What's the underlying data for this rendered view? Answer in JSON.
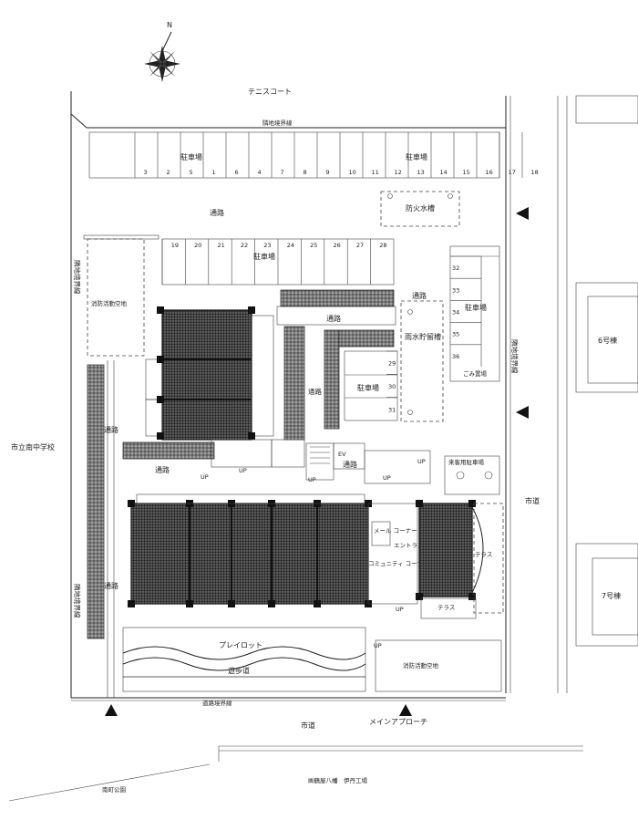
{
  "labels": {
    "north": "N",
    "tennis_court": "テニスコート",
    "boundary_top": "隣地境界線",
    "parking_top": "駐車場",
    "parking_top_right": "駐車場",
    "road_top": "通路",
    "fire_tank": "防火水槽",
    "parking_mid": "駐車場",
    "fire_space_left": "消防活動空地",
    "road_right_of_parking": "通路",
    "road_center": "通路",
    "parking_right": "駐車場",
    "garbage": "ごみ置場",
    "rain_tank": "雨水貯留槽",
    "parking_small": "駐車場",
    "road_small": "通路",
    "boundary_left": "隣地境界線",
    "boundary_right": "隣地境界線",
    "school": "市立南中学校",
    "road_left": "通路",
    "road_left_mid": "通路",
    "road_mid_small": "通路",
    "ev": "EV",
    "visitor_parking": "来客用駐車場",
    "city_road_right": "市道",
    "building_6": "6号棟",
    "building_7": "7号棟",
    "mail_corner": "メール\nコーナー",
    "entrance_hall": "エントランス\nホール",
    "community_corner": "コミュニティ\nコーナー",
    "terrace_right": "テラス",
    "terrace_bottom": "テラス",
    "road_left_low": "通路",
    "play_lot": "プレイロット",
    "walkway": "遊歩道",
    "fire_space_bottom": "消防活動空地",
    "road_boundary": "道路境界線",
    "city_road_bottom": "市道",
    "main_approach": "メインアプローチ",
    "park": "南町公園",
    "factory": "㈱鶴屋八幡　伊丹工場",
    "up": "UP"
  },
  "parking_top_numbers": [
    "3",
    "2",
    "5",
    "1",
    "6",
    "4",
    "7",
    "8",
    "9",
    "10",
    "11",
    "12",
    "13",
    "14",
    "15",
    "16",
    "17",
    "18"
  ],
  "parking_mid_numbers": [
    "19",
    "20",
    "21",
    "22",
    "23",
    "24",
    "25",
    "26",
    "27",
    "28"
  ],
  "parking_right_numbers": [
    "32",
    "33",
    "34",
    "35",
    "36"
  ],
  "parking_small_numbers": [
    "29",
    "30",
    "31"
  ]
}
